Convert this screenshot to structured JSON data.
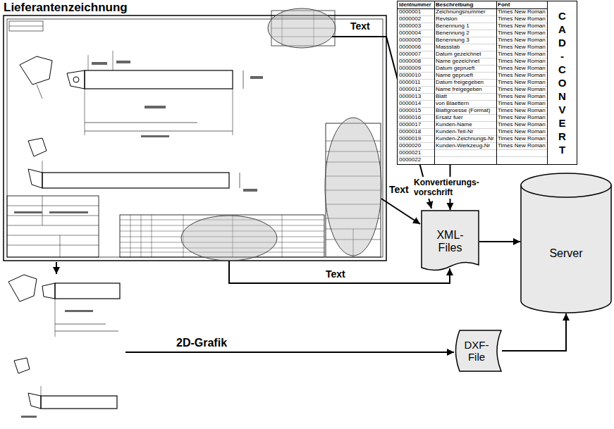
{
  "diagram": {
    "title": "Lieferantenzeichnung",
    "nodes": [
      {
        "text": [
          "Identnummer",
          "Beschreibung",
          "Font",
          "0000001",
          "Zeichnungsnummer",
          "Times New Roman",
          "0000002",
          "Revision",
          "Times New Roman",
          "0000003",
          "Benennung 1",
          "Times New Roman",
          "0000004",
          "Benennung 2",
          "Times New Roman",
          "0000005",
          "Benennung 3",
          "Times New Roman",
          "0000006",
          "Massstab",
          "Times New Roman",
          "0000007",
          "Datum gezeichnet",
          "Times New Roman",
          "0000008",
          "Name gezeichnet",
          "Times New Roman",
          "0000009",
          "Datum geprueft",
          "Times New Roman",
          "0000010",
          "Name geprueft",
          "Times New Roman",
          "0000011",
          "Datum freigegeben",
          "Times New Roman",
          "0000012",
          "Name freigegeben",
          "Times New Roman",
          "0000013",
          "Blatt",
          "Times New Roman",
          "0000014",
          "von Blaettern",
          "Times New Roman",
          "0000015",
          "Blattgroesse (Format)",
          "Times New Roman",
          "0000016",
          "Ersatz fuer",
          "Times New Roman",
          "0000017",
          "Kunden-Name",
          "Times New Roman",
          "0000018",
          "Kunden-Teil-Nr",
          "Times New Roman",
          "0000019",
          "Kunden-Zeichnungs-Nr",
          "Times New Roman",
          "0000020",
          "Kunden-Werkzeug-Nr",
          "Times New Roman",
          "0000021",
          "0000022",
          "CAD - CONVERT"
        ]
      },
      {
        "text": [
          "XML- Files"
        ]
      },
      {
        "text": [
          "Server"
        ]
      },
      {
        "text": [
          "DXF- File"
        ]
      }
    ],
    "edges": [
      {
        "from": 0,
        "to": 1,
        "label": "Konvertierungs- vorschrift",
        "arrow": "to"
      },
      {
        "from": 1,
        "to": 2,
        "arrow": "to"
      },
      {
        "from": 3,
        "to": 2,
        "arrow": "to"
      }
    ],
    "labels": [
      "Text",
      "Text",
      "Text",
      "2D-Grafik"
    ]
  }
}
